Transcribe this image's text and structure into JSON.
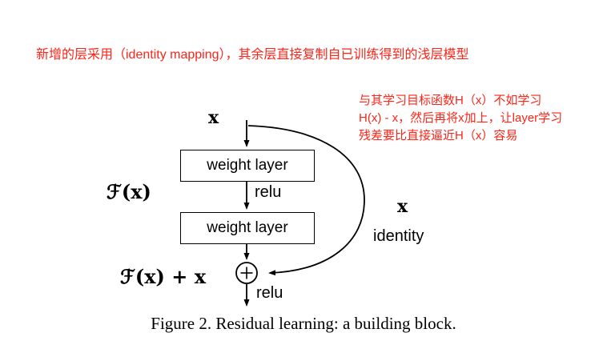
{
  "colors": {
    "annotation_red": "#fb2519",
    "diagram_black": "#000000",
    "background": "#ffffff"
  },
  "annotations": {
    "top": "新增的层采用（identity mapping），其余层直接复制自已训练得到的浅层模型",
    "right_lines": [
      "与其学习目标函数H（x）不如学习",
      "H(x) - x，然后再将x加上，让layer学习",
      "残差要比直接逼近H（x）容易"
    ]
  },
  "diagram": {
    "input_label": "x",
    "weight_layer_1": "weight layer",
    "relu_mid": "relu",
    "f_of_x": "ℱ(x)",
    "weight_layer_2": "weight layer",
    "skip_x_label": "x",
    "skip_identity_label": "identity",
    "sum_label": "ℱ(x) + x",
    "relu_out": "relu"
  },
  "caption": "Figure 2. Residual learning: a building block."
}
